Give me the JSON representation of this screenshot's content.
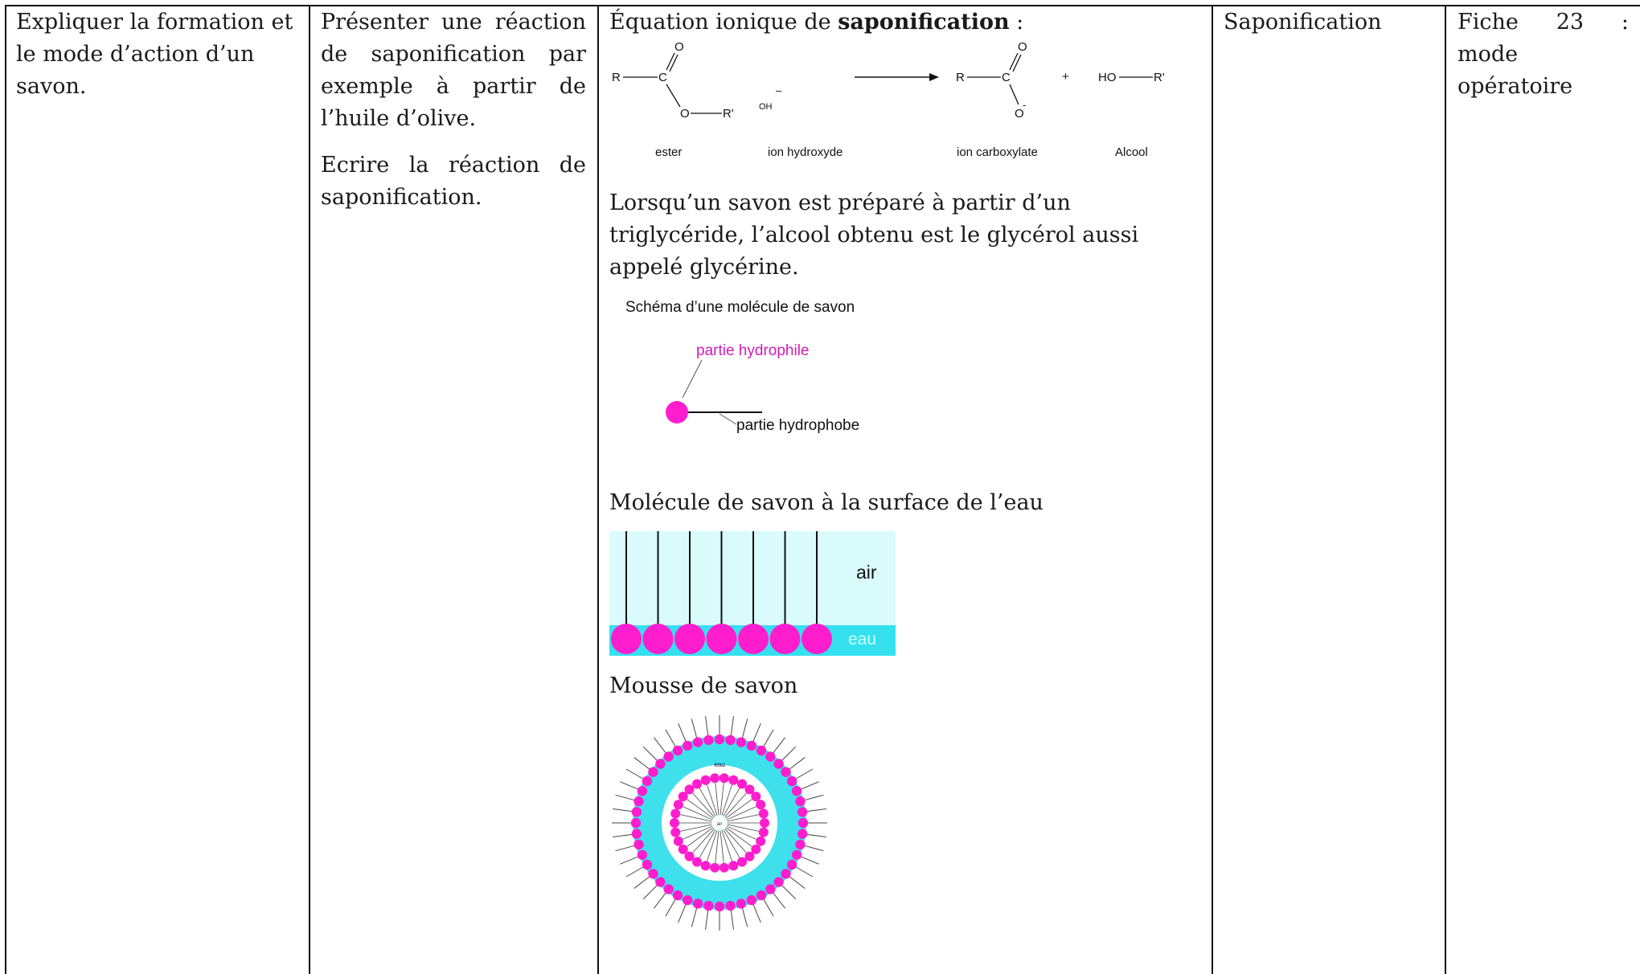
{
  "table": {
    "col1": {
      "text": "Expliquer la formation et le mode d’action d’un savon."
    },
    "col2": {
      "para1": "Présenter une réaction de saponification par exemple à partir de l’huile d’olive.",
      "para2": "Ecrire la réaction de saponification."
    },
    "col3": {
      "equation_prefix": "Équation ionique de ",
      "equation_bold": "saponification",
      "equation_suffix": " :",
      "reaction": {
        "atoms": {
          "r1": "R",
          "c1": "C",
          "o1_top": "O",
          "o1_bottom": "O",
          "r1_prime": "R'",
          "oh": "OH",
          "minus": "–",
          "r2": "R",
          "c2": "C",
          "o2_top": "O",
          "o2_bottom": "O",
          "o_minus": "-",
          "plus": "+",
          "ho": "HO",
          "r3_prime": "R'"
        },
        "labels": {
          "ester": "ester",
          "hydroxide": "ion hydroxyde",
          "carboxylate": "ion carboxylate",
          "alcohol": "Alcool"
        }
      },
      "triglyceride_text": "Lorsqu’un savon est préparé à partir d’un triglycéride, l’alcool obtenu est le glycérol aussi appelé glycérine.",
      "molecule_schema": {
        "title": "Schéma d’une molécule de savon",
        "hydrophilic": "partie hydrophile",
        "hydrophobic": "partie hydrophobe"
      },
      "surface_title": "Molécule de savon à la surface de l’eau",
      "surface_figure": {
        "air": "air",
        "water": "eau"
      },
      "foam_title": "Mousse de savon",
      "foam_figure": {
        "water": "eau",
        "air": "air"
      }
    },
    "col4": {
      "text": "Saponification"
    },
    "col5": {
      "text": "Fiche 23 : mode opératoire"
    }
  },
  "colors": {
    "magenta": "#ff1dce",
    "hydrophilic_label": "#d11bbf",
    "air_bg": "#d9fbfb",
    "water": "#35e0ee",
    "foam_water": "#3ee0ec"
  }
}
